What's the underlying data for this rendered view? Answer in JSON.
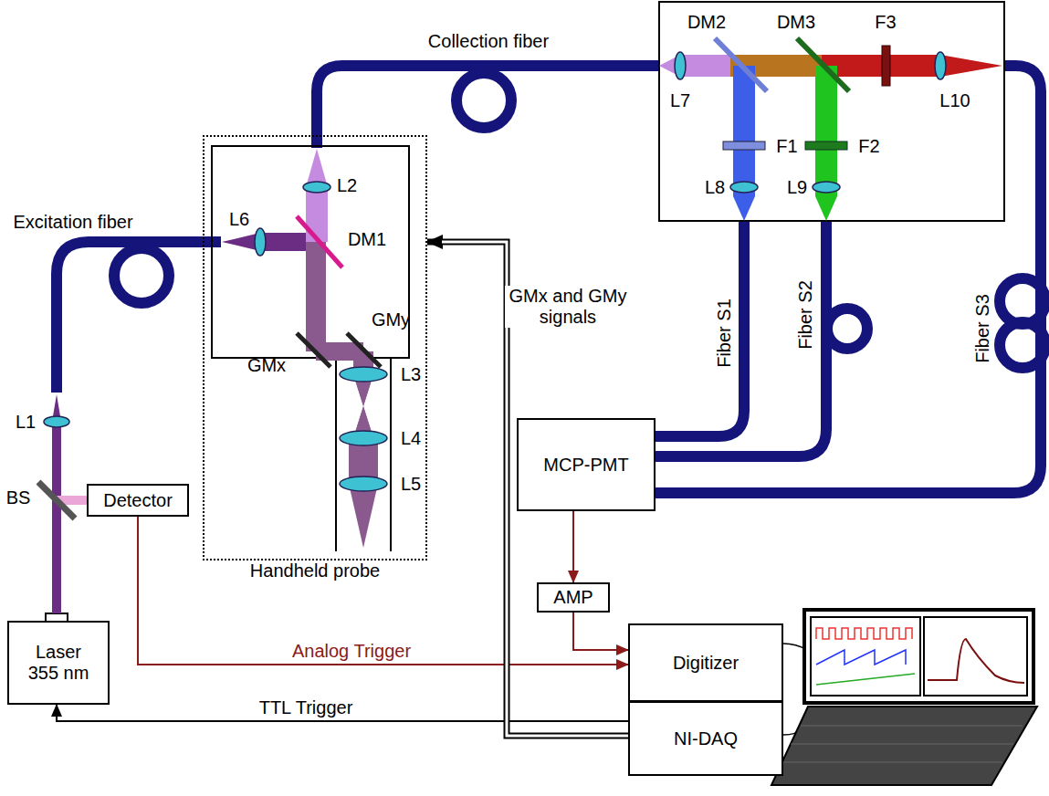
{
  "diagram": {
    "nodes": [
      {
        "text": [
          "Laser 355 nm"
        ]
      },
      {
        "text": [
          "Detector"
        ]
      },
      {
        "text": [
          "Handheld probe"
        ]
      },
      {
        "text": [
          "MCP-PMT"
        ]
      },
      {
        "text": [
          "AMP"
        ]
      },
      {
        "text": [
          "Digitizer"
        ]
      },
      {
        "text": [
          "NI-DAQ"
        ]
      }
    ],
    "edges": [
      {
        "from": 1,
        "to": 5,
        "arrow": "to",
        "label": "Analog Trigger"
      },
      {
        "from": 6,
        "to": 0,
        "arrow": "to",
        "label": "TTL Trigger"
      },
      {
        "from": 6,
        "to": 2,
        "arrow": "to",
        "label": "GMx and GMy signals"
      },
      {
        "from": 3,
        "to": 4,
        "arrow": "to"
      },
      {
        "from": 4,
        "to": 5,
        "arrow": "to"
      }
    ],
    "labels": [
      "Excitation fiber",
      "Collection fiber",
      "L1",
      "BS",
      "L2",
      "L6",
      "DM1",
      "GMx",
      "GMy",
      "L3",
      "L4",
      "L5",
      "L7",
      "DM2",
      "DM3",
      "F3",
      "L10",
      "F1",
      "F2",
      "L8",
      "L9",
      "Fiber S1",
      "Fiber S2",
      "Fiber S3"
    ]
  }
}
